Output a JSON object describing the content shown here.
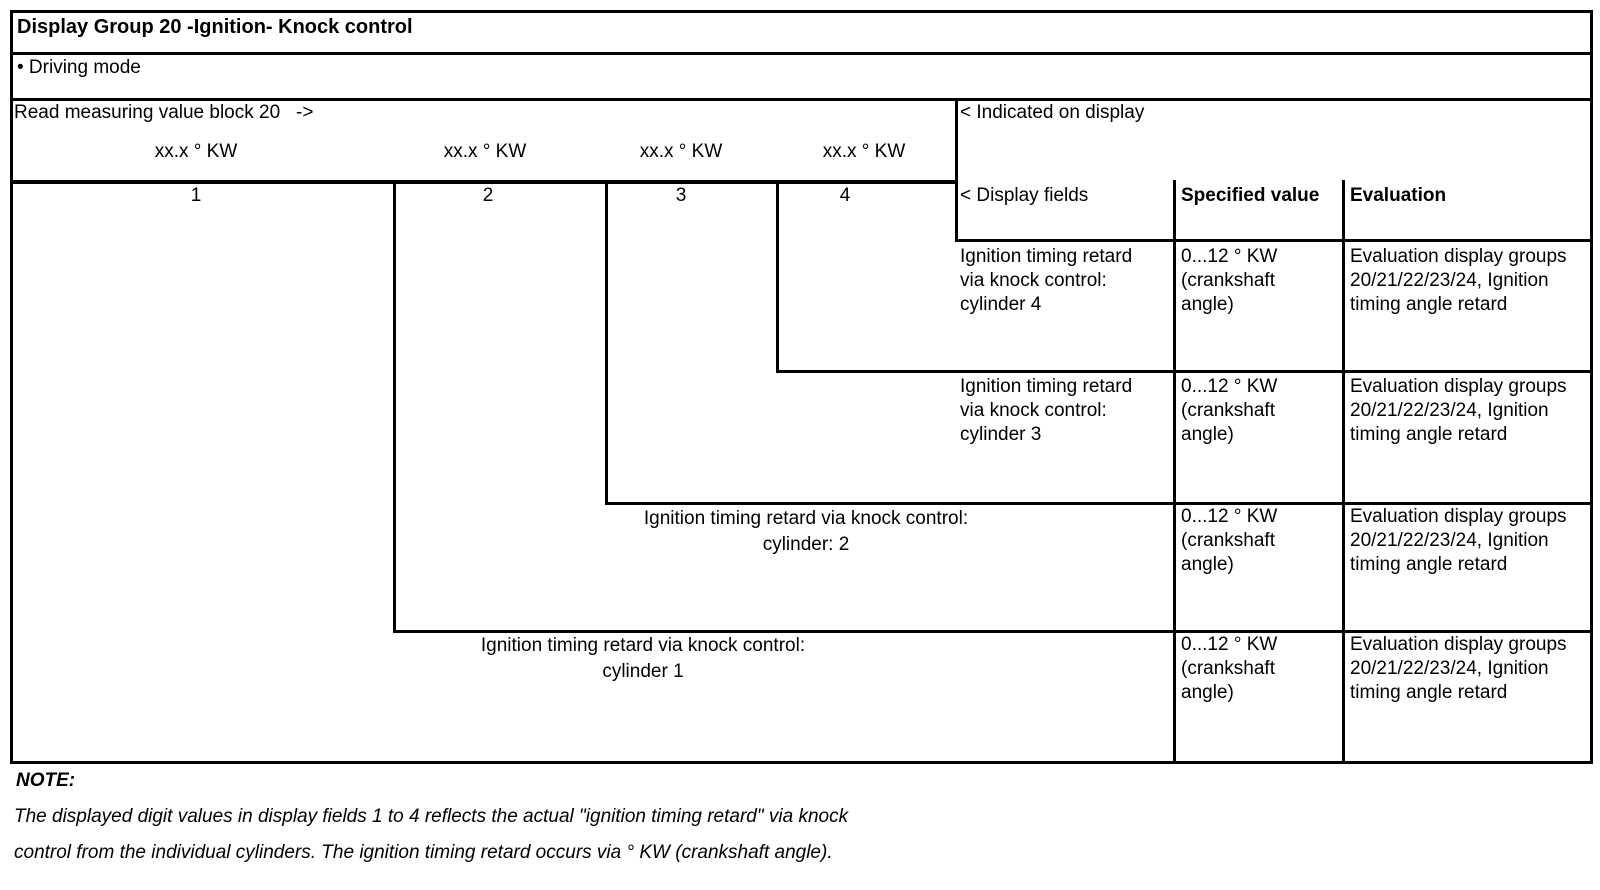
{
  "header": {
    "title": "Display Group 20 -Ignition- Knock control",
    "mode_bullet": "• Driving mode"
  },
  "measuring": {
    "read_label": "Read measuring value block 20   ->",
    "indicated_label": "< Indicated on display",
    "display_fields_label": "< Display fields",
    "unit_labels": [
      "xx.x ° KW",
      "xx.x ° KW",
      "xx.x ° KW",
      "xx.x ° KW"
    ],
    "field_numbers": [
      "1",
      "2",
      "3",
      "4"
    ]
  },
  "columns": {
    "specified": "Specified value",
    "evaluation": "Evaluation"
  },
  "rows": [
    {
      "desc": [
        "Ignition timing retard",
        "via knock control:",
        "cylinder 4"
      ],
      "specified": [
        "0...12 ° KW",
        "(crankshaft",
        "angle)"
      ],
      "evaluation": [
        "Evaluation display groups",
        "20/21/22/23/24, Ignition",
        "timing angle retard"
      ]
    },
    {
      "desc": [
        "Ignition timing retard",
        "via knock control:",
        "cylinder 3"
      ],
      "specified": [
        "0...12 ° KW",
        "(crankshaft",
        "angle)"
      ],
      "evaluation": [
        "Evaluation display groups",
        "20/21/22/23/24, Ignition",
        "timing angle retard"
      ]
    },
    {
      "desc": [
        "Ignition timing retard via knock control:",
        "cylinder: 2"
      ],
      "specified": [
        "0...12 ° KW",
        "(crankshaft",
        "angle)"
      ],
      "evaluation": [
        "Evaluation display groups",
        "20/21/22/23/24, Ignition",
        "timing angle retard"
      ]
    },
    {
      "desc": [
        "Ignition timing retard via knock control:",
        "cylinder 1"
      ],
      "specified": [
        "0...12 ° KW",
        "(crankshaft",
        "angle)"
      ],
      "evaluation": [
        "Evaluation display groups",
        "20/21/22/23/24, Ignition",
        "timing angle retard"
      ]
    }
  ],
  "note": {
    "heading": "NOTE:",
    "lines": [
      "The displayed digit values in display fields 1 to 4 reflects the actual \"ignition timing retard\" via knock",
      "control from the individual cylinders. The ignition timing retard occurs via ° KW (crankshaft angle)."
    ]
  }
}
